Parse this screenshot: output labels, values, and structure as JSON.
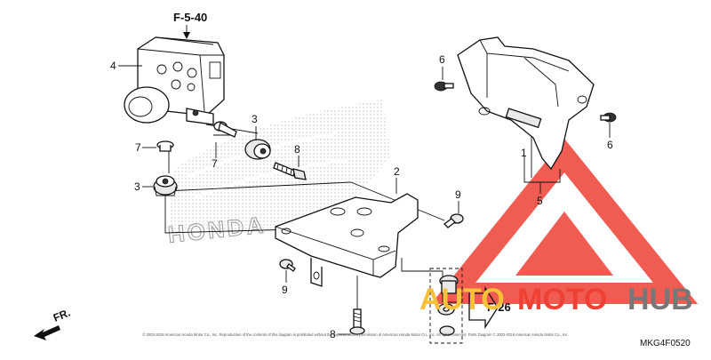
{
  "diagram": {
    "code": "MKG4F0520",
    "front_label": "FR.",
    "refs": {
      "top": "F-5-40",
      "right": "F-26"
    },
    "callouts": {
      "n1": "1",
      "n2": "2",
      "n3a": "3",
      "n3b": "3",
      "n4": "4",
      "n5": "5",
      "n6a": "6",
      "n6b": "6",
      "n7a": "7",
      "n7b": "7",
      "n8a": "8",
      "n8b": "8",
      "n9a": "9",
      "n9b": "9"
    },
    "watermark": {
      "brand_text": "HONDA",
      "auto": "AUTO",
      "moto": "MOTO",
      "hub": "HUB",
      "colors": {
        "red": "#ef4034",
        "yellow": "#f7c23a",
        "gray": "#777777"
      }
    },
    "copyright": "© 2003-2018 American Honda Motor Co., Inc. Reproduction of the contents of this diagram is prohibited without the express written permission of American Honda Motor Co., Inc. All rights reserved. Parts Diagram © 2003-2018 American Honda Motor Co., Inc."
  }
}
